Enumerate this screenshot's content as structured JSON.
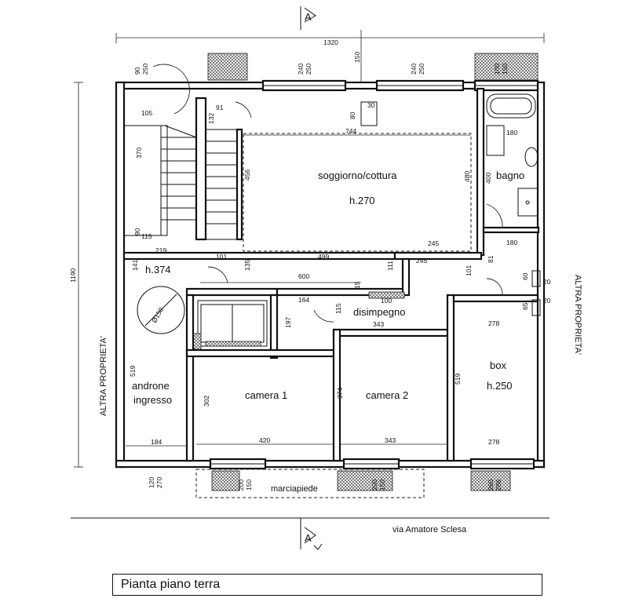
{
  "rooms": {
    "soggiorno": "soggiorno/cottura",
    "soggiorno_h": "h.270",
    "bagno": "bagno",
    "h374": "h.374",
    "disimpegno": "disimpegno",
    "box": "box",
    "box_h": "h.250",
    "androne_1": "androne",
    "androne_2": "ingresso",
    "camera1": "camera 1",
    "camera2": "camera 2",
    "marciapiede": "marciapiede"
  },
  "labels": {
    "section_top": "A",
    "section_bottom": "A",
    "altra_left": "ALTRA PROPRIETA'",
    "altra_right": "ALTRA PROPRIETA'",
    "street": "via Amatore Sclesa",
    "caption": "Pianta piano terra"
  },
  "dimensions": {
    "d1320": "1320",
    "d1190": "1190",
    "d150": "150",
    "d90a": "90",
    "d250a": "250",
    "d240a": "240",
    "d250b": "250",
    "d240b": "240",
    "d250c": "250",
    "d100a": "100",
    "d150b": "150",
    "d105": "105",
    "d91": "91",
    "d132": "132",
    "d370": "370",
    "d456": "456",
    "d744": "744",
    "d480": "480",
    "d80": "80",
    "d30": "30",
    "d180a": "180",
    "d400": "400",
    "d180b": "180",
    "d90b": "90",
    "d115a": "115",
    "d219": "219",
    "d245a": "245",
    "d499": "499",
    "d245b": "245",
    "d81": "81",
    "d141": "141",
    "d101a": "101",
    "d135": "135",
    "d111": "111",
    "d101b": "101",
    "d60": "60",
    "d20a": "20",
    "d600": "600",
    "d15": "15",
    "d65": "65",
    "d20b": "20",
    "d150c": "Ø150",
    "d164": "164",
    "d100b": "100",
    "d115b": "115",
    "d343a": "343",
    "d278a": "278",
    "d197": "197",
    "d519a": "519",
    "d302": "302",
    "d374": "374",
    "d519b": "519",
    "d184": "184",
    "d420": "420",
    "d343b": "343",
    "d278b": "278",
    "d120": "120",
    "d270": "270",
    "d200a": "200",
    "d150d": "150",
    "d200b": "200",
    "d150e": "150",
    "d260": "260",
    "d286": "286"
  }
}
